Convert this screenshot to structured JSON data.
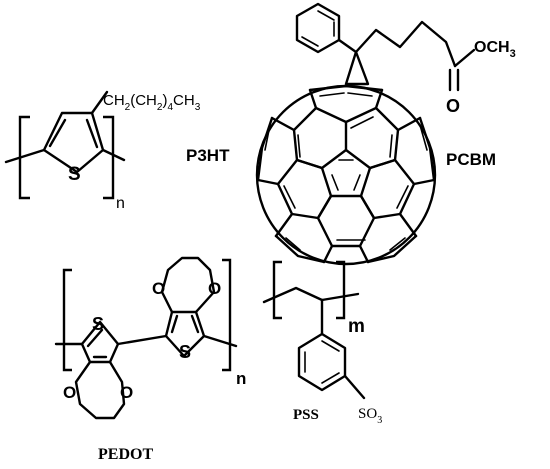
{
  "labels": {
    "p3ht": "P3HT",
    "pcbm": "PCBM",
    "pedot": "PEDOT",
    "pss": "PSS",
    "p3ht_chain_a": "CH",
    "p3ht_chain_s1": "2",
    "p3ht_chain_b": "(CH",
    "p3ht_chain_s2": "2",
    "p3ht_chain_c": ")",
    "p3ht_chain_s3": "4",
    "p3ht_chain_d": "CH",
    "p3ht_chain_s4": "3",
    "ester_a": "OCH",
    "ester_s": "3",
    "carbonyl_o": "O",
    "p3ht_sulfur": "S",
    "pedot_sulfur_1": "S",
    "pedot_sulfur_2": "S",
    "pedot_oxygen_1": "O",
    "pedot_oxygen_2": "O",
    "pedot_oxygen_3": "O",
    "pedot_oxygen_4": "O",
    "p3ht_repeat": "n",
    "pedot_repeat": "n",
    "pss_repeat": "m",
    "so3_a": "SO",
    "so3_s": "3"
  }
}
